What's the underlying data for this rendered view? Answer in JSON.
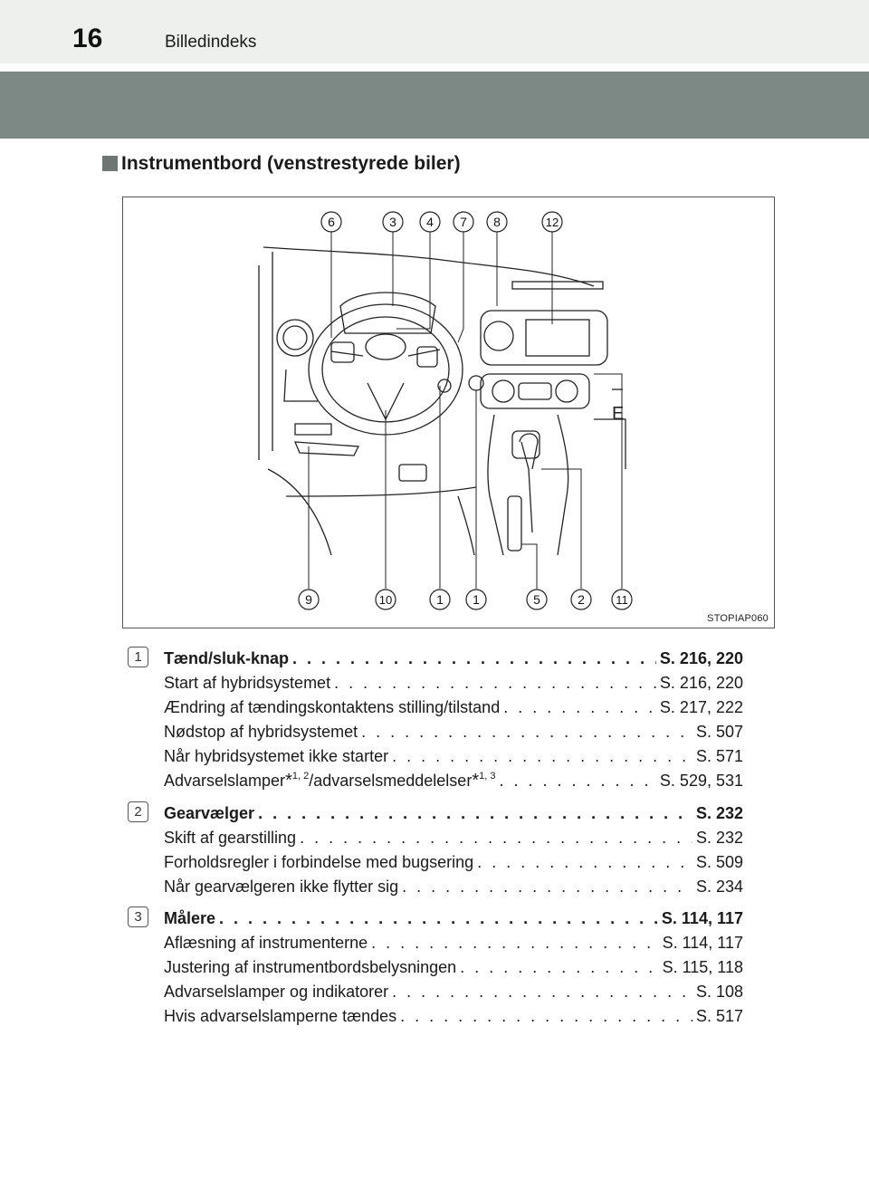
{
  "header": {
    "page_number": "16",
    "title": "Billedindeks"
  },
  "section": {
    "title": "Instrumentbord (venstrestyrede biler)"
  },
  "figure": {
    "code": "STOPIAP060",
    "callouts_top": [
      "6",
      "3",
      "4",
      "7",
      "8",
      "12"
    ],
    "callouts_bottom": [
      "9",
      "10",
      "1",
      "1",
      "5",
      "2",
      "11"
    ]
  },
  "entries": [
    {
      "number": "1",
      "heading": {
        "label": "Tænd/sluk-knap",
        "ref": "S. 216, 220"
      },
      "items": [
        {
          "label": "Start af hybridsystemet",
          "ref": "S. 216, 220"
        },
        {
          "label": "Ændring af tændingskontaktens stilling/tilstand",
          "ref": "S. 217, 222"
        },
        {
          "label": "Nødstop af hybridsystemet",
          "ref": "S. 507"
        },
        {
          "label": "Når hybridsystemet ikke starter",
          "ref": "S. 571"
        }
      ],
      "warning_item": {
        "part1": "Advarselslamper",
        "star": "*",
        "sup1": "1, 2",
        "part2": "/advarselsmeddelelser",
        "sup2": "1, 3",
        "ref": "S. 529, 531"
      }
    },
    {
      "number": "2",
      "heading": {
        "label": "Gearvælger",
        "ref": "S. 232"
      },
      "items": [
        {
          "label": "Skift af gearstilling",
          "ref": "S. 232"
        },
        {
          "label": "Forholdsregler i forbindelse med bugsering",
          "ref": "S. 509"
        },
        {
          "label": "Når gearvælgeren ikke flytter sig",
          "ref": "S. 234"
        }
      ]
    },
    {
      "number": "3",
      "heading": {
        "label": "Målere",
        "ref": "S. 114, 117"
      },
      "items": [
        {
          "label": "Aflæsning af instrumenterne",
          "ref": "S. 114, 117"
        },
        {
          "label": "Justering af instrumentbordsbelysningen",
          "ref": "S. 115, 118"
        },
        {
          "label": "Advarselslamper og indikatorer",
          "ref": "S. 108"
        },
        {
          "label": "Hvis advarselslamperne tændes",
          "ref": "S. 517"
        }
      ]
    }
  ],
  "colors": {
    "band": "#7d8985",
    "topbar": "#eef0ee",
    "marker": "#6d7672"
  }
}
